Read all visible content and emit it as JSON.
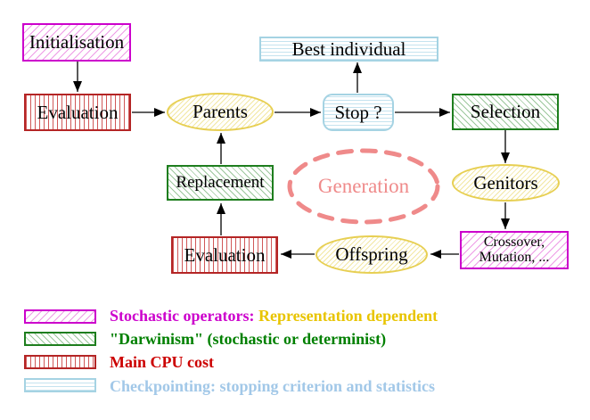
{
  "diagram": {
    "title_hint": "Evolutionary algorithm generation loop",
    "nodes": {
      "initialisation": {
        "label": "Initialisation",
        "style": "magenta-hatch"
      },
      "evaluation_top": {
        "label": "Evaluation",
        "style": "red-stripes"
      },
      "best_individual": {
        "label": "Best individual",
        "style": "cyan-stripes"
      },
      "parents": {
        "label": "Parents",
        "style": "yellow-hatch-ellipse"
      },
      "stop": {
        "label": "Stop ?",
        "style": "cyan-stripes-rounded"
      },
      "selection": {
        "label": "Selection",
        "style": "green-hatch"
      },
      "genitors": {
        "label": "Genitors",
        "style": "yellow-hatch-ellipse"
      },
      "crossover": {
        "label_line1": "Crossover,",
        "label_line2": "Mutation, ...",
        "style": "magenta-hatch"
      },
      "offspring": {
        "label": "Offspring",
        "style": "yellow-hatch-ellipse"
      },
      "evaluation_bottom": {
        "label": "Evaluation",
        "style": "red-stripes"
      },
      "replacement": {
        "label": "Replacement",
        "style": "green-hatch"
      },
      "generation": {
        "label": "Generation",
        "style": "dashed-salmon-ellipse"
      }
    },
    "edges": [
      "initialisation->evaluation_top",
      "evaluation_top->parents",
      "parents->stop",
      "stop->best_individual",
      "stop->selection",
      "selection->genitors",
      "genitors->crossover",
      "crossover->offspring",
      "offspring->evaluation_bottom",
      "evaluation_bottom->replacement",
      "replacement->parents"
    ]
  },
  "legend": {
    "items": [
      {
        "swatch": "magenta-hatch",
        "text": "Stochastic operators:",
        "text2": "Representation dependent",
        "color": "#cc00cc",
        "color2": "#e8c400"
      },
      {
        "swatch": "green-hatch",
        "text": "\"Darwinism\" (stochastic or determinist)",
        "color": "#008000"
      },
      {
        "swatch": "red-stripes",
        "text": "Main CPU cost",
        "color": "#cc0000"
      },
      {
        "swatch": "cyan-stripes",
        "text": "Checkpointing: stopping criterion and statistics",
        "color": "#a2c8e8"
      }
    ]
  },
  "colors": {
    "magenta_border": "#cc00cc",
    "green_border": "#1e7e1e",
    "red_border": "#b42525",
    "cyan_border": "#a5d3e3",
    "yellow_border": "#e7cf52",
    "salmon_dashed": "#ef8a8a",
    "arrow": "#000000",
    "background": "#ffffff"
  }
}
